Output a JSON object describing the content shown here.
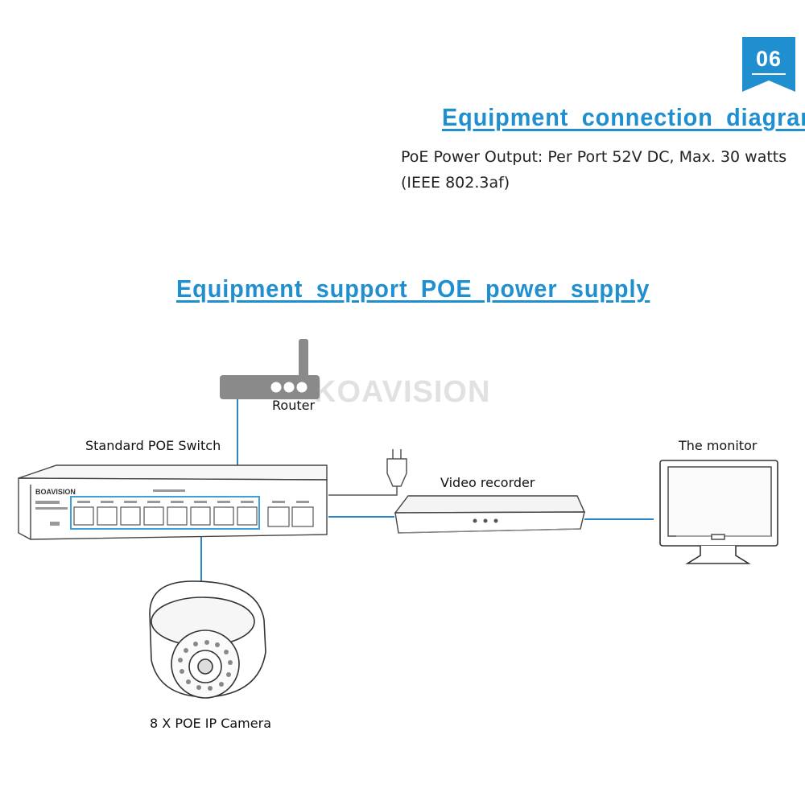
{
  "badge": {
    "number": "06",
    "color": "#1f8fd0"
  },
  "heading_primary": "Equipment connection diagram",
  "description": {
    "line1": "PoE Power Output: Per Port 52V DC, Max. 30 watts",
    "line2": "(IEEE 802.3af)"
  },
  "heading_secondary": "Equipment support POE power supply",
  "watermark": "KOAVISION",
  "devices": {
    "router": "Router",
    "switch": "Standard POE Switch",
    "recorder": "Video recorder",
    "monitor": "The monitor",
    "camera": "8 X POE IP Camera"
  },
  "switch_panel": {
    "brand": "BOAVISION",
    "ports": 8,
    "uplink_ports": 2
  },
  "colors": {
    "accent": "#1f8fd0",
    "cable": "#2a86c8",
    "router": "#8a8a8a",
    "highlight": "#3fa0d8"
  }
}
